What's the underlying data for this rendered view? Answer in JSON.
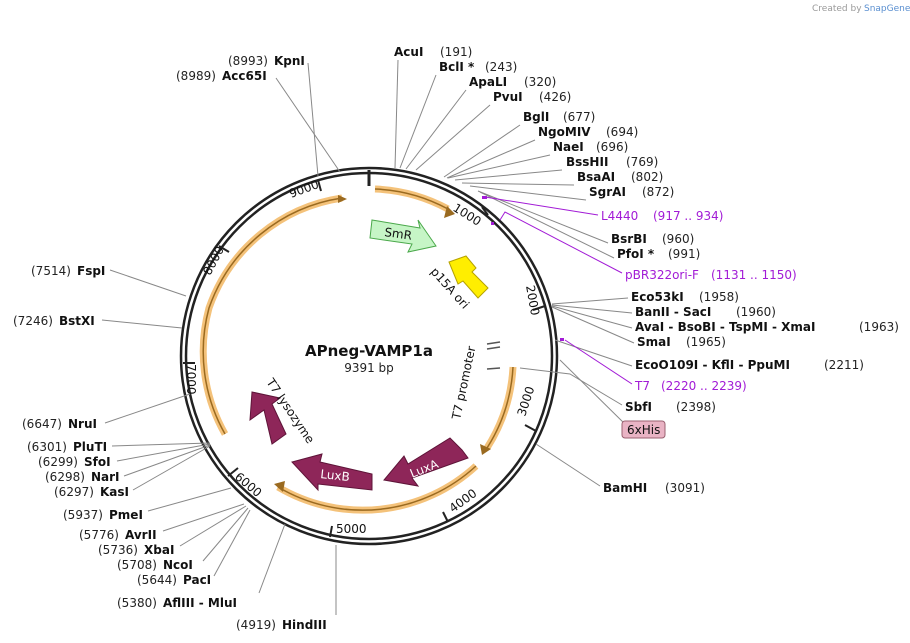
{
  "credit": {
    "prefix": "Created by",
    "brand": "SnapGene"
  },
  "plasmid": {
    "name": "APneg-VAMP1a",
    "size": "9391 bp"
  },
  "ticks": [
    "1000",
    "2000",
    "3000",
    "4000",
    "5000",
    "6000",
    "7000",
    "8000",
    "9000"
  ],
  "sites": [
    {
      "name": "AcuI",
      "pos": "(191)"
    },
    {
      "name": "BclI *",
      "pos": "(243)"
    },
    {
      "name": "ApaLI",
      "pos": "(320)"
    },
    {
      "name": "PvuI",
      "pos": "(426)"
    },
    {
      "name": "BglI",
      "pos": "(677)"
    },
    {
      "name": "NgoMIV",
      "pos": "(694)"
    },
    {
      "name": "NaeI",
      "pos": "(696)"
    },
    {
      "name": "BssHII",
      "pos": "(769)"
    },
    {
      "name": "BsaAI",
      "pos": "(802)"
    },
    {
      "name": "SgrAI",
      "pos": "(872)"
    },
    {
      "name": "BsrBI",
      "pos": "(960)"
    },
    {
      "name": "PfoI *",
      "pos": "(991)"
    },
    {
      "name": "Eco53kI",
      "pos": "(1958)"
    },
    {
      "name": "BanII  - SacI",
      "pos": "(1960)"
    },
    {
      "name": "AvaI  - BsoBI  - TspMI  - XmaI",
      "pos": "(1963)"
    },
    {
      "name": "SmaI",
      "pos": "(1965)"
    },
    {
      "name": "EcoO109I  - KflI  - PpuMI",
      "pos": "(2211)"
    },
    {
      "name": "SbfI",
      "pos": "(2398)"
    },
    {
      "name": "BamHI",
      "pos": "(3091)"
    },
    {
      "name": "HindIII",
      "pos": "(4919)"
    },
    {
      "name": "AflIII  - MluI",
      "pos": "(5380)"
    },
    {
      "name": "PacI",
      "pos": "(5644)"
    },
    {
      "name": "NcoI",
      "pos": "(5708)"
    },
    {
      "name": "XbaI",
      "pos": "(5736)"
    },
    {
      "name": "AvrII",
      "pos": "(5776)"
    },
    {
      "name": "PmeI",
      "pos": "(5937)"
    },
    {
      "name": "KasI",
      "pos": "(6297)"
    },
    {
      "name": "NarI",
      "pos": "(6298)"
    },
    {
      "name": "SfoI",
      "pos": "(6299)"
    },
    {
      "name": "PluTI",
      "pos": "(6301)"
    },
    {
      "name": "NruI",
      "pos": "(6647)"
    },
    {
      "name": "BstXI",
      "pos": "(7246)"
    },
    {
      "name": "FspI",
      "pos": "(7514)"
    },
    {
      "name": "Acc65I",
      "pos": "(8989)"
    },
    {
      "name": "KpnI",
      "pos": "(8993)"
    }
  ],
  "primers": [
    {
      "name": "L4440",
      "range": "(917 .. 934)"
    },
    {
      "name": "pBR322ori-F",
      "range": "(1131 .. 1150)"
    },
    {
      "name": "T7",
      "range": "(2220 .. 2239)"
    }
  ],
  "features": {
    "smr": "SmR",
    "p15a": "p15A ori",
    "t7promoter": "T7 promoter",
    "luxa": "LuxA",
    "luxb": "LuxB",
    "t7lysozyme": "T7 lysozyme",
    "sixhis": "6xHis"
  },
  "colors": {
    "backbone": "#222222",
    "orf": "#f4c27a",
    "smr": "#c6f5c6",
    "ori": "#ffee00",
    "lux": "#8e2659",
    "primer": "#a21bd6",
    "tag": "#e9b3c4"
  }
}
